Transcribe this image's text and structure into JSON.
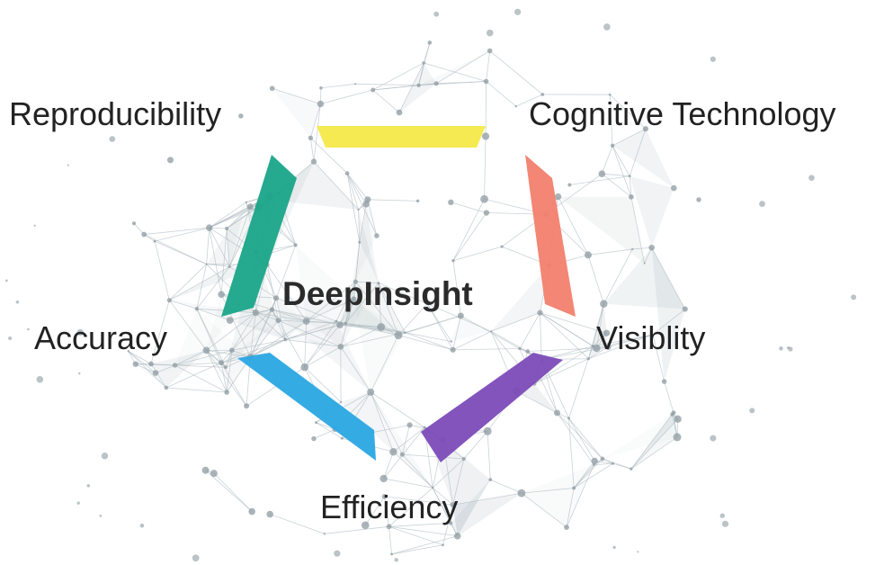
{
  "center_title": "DeepInsight",
  "pillars": [
    {
      "label": "Reproducibility",
      "color": "#1aa589"
    },
    {
      "label": "Cognitive Technology",
      "color": "#f5e94a"
    },
    {
      "label": "Visiblity",
      "color": "#f2806d"
    },
    {
      "label": "Efficiency",
      "color": "#7c4bb8"
    },
    {
      "label": "Accuracy",
      "color": "#2aa6e3"
    }
  ],
  "colors": {
    "mesh": "#a9b6bd",
    "node": "#8e9ba2",
    "green_band": "#1aa589",
    "yellow_band": "#f5e94a",
    "salmon_band": "#f2806d",
    "purple_band": "#7c4bb8",
    "blue_band": "#2aa6e3"
  }
}
